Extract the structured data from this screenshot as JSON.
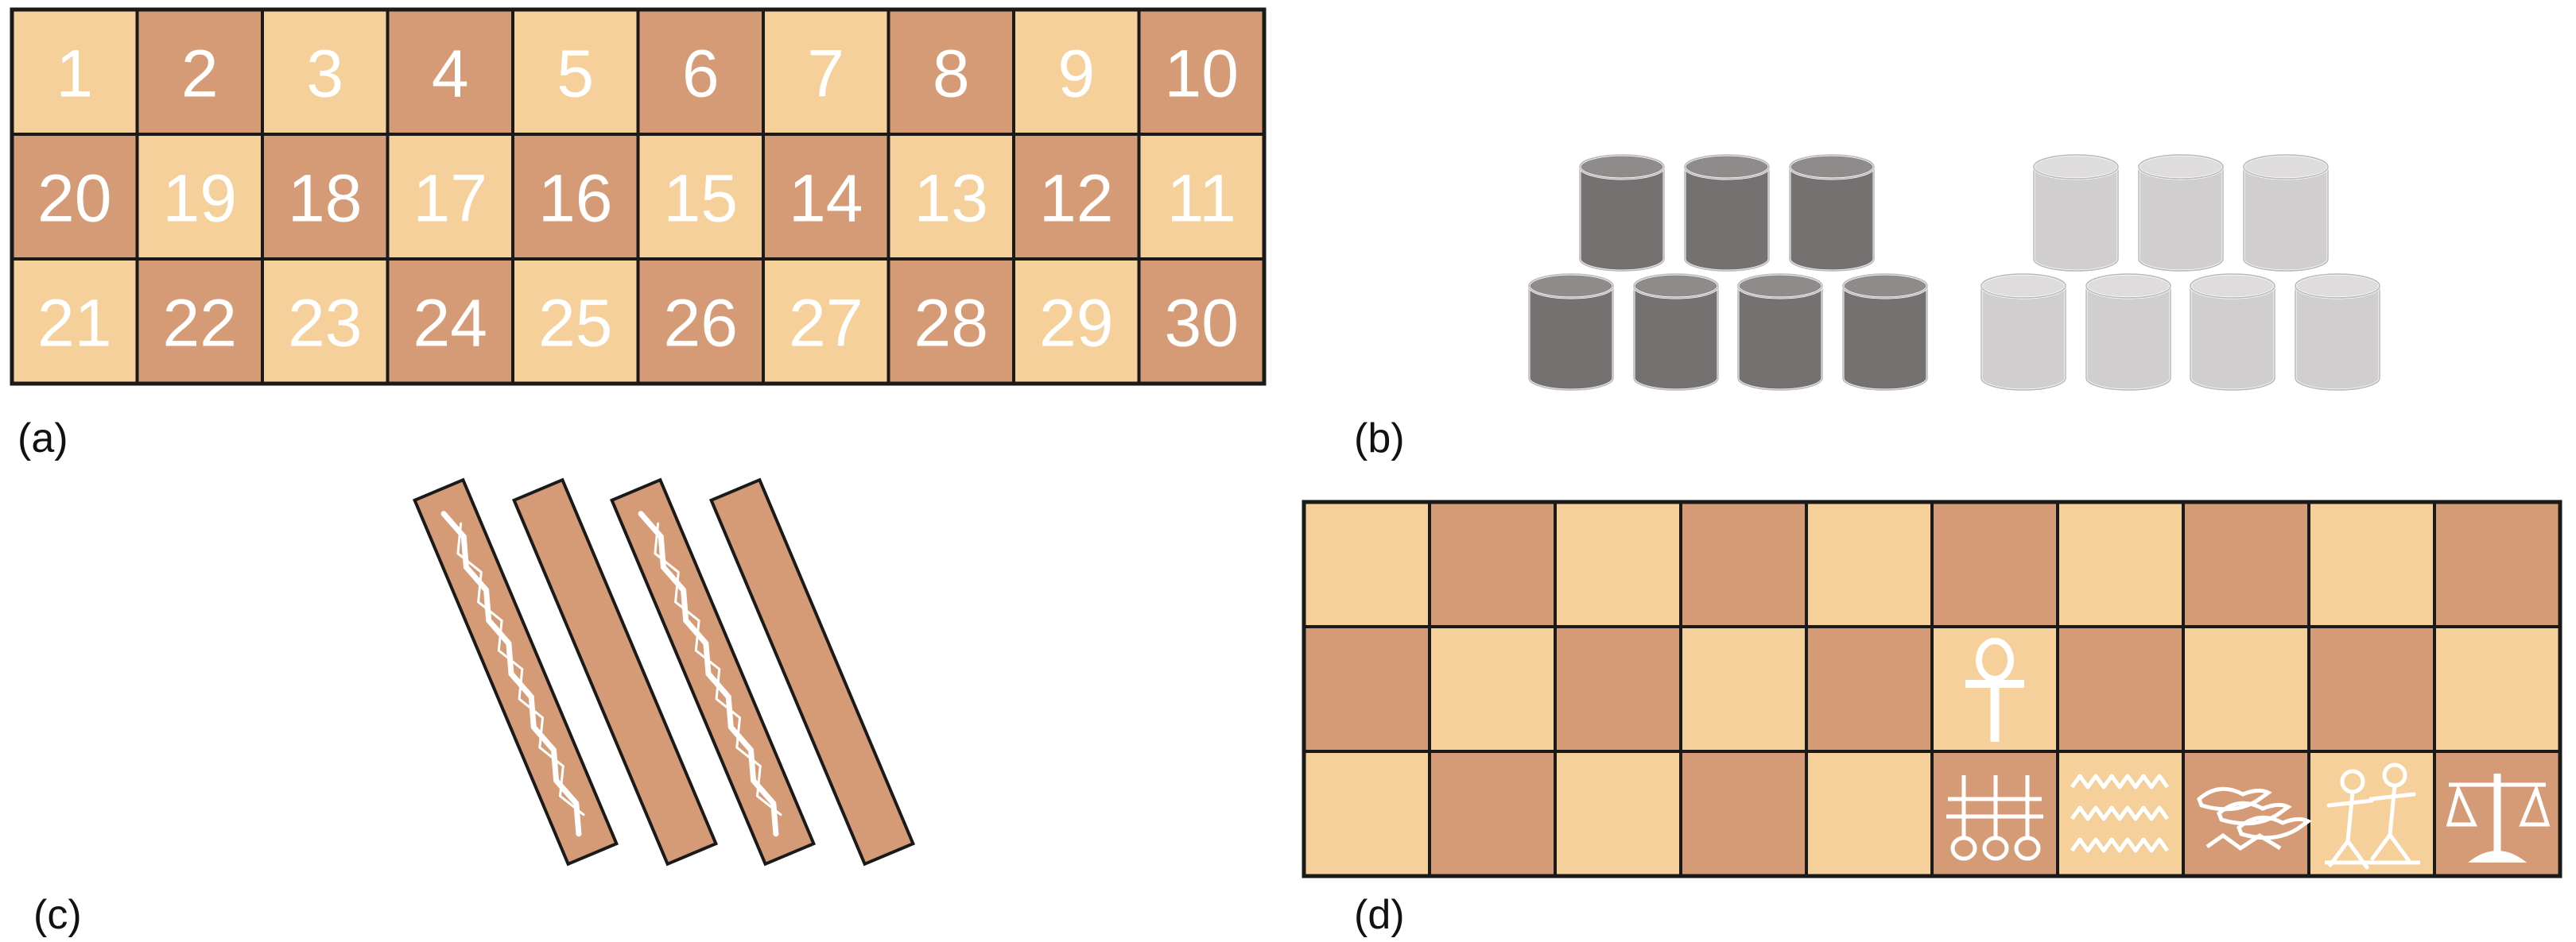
{
  "colors": {
    "light": "#F6D09B",
    "dark": "#D59B76",
    "grid": "#1a1a1a",
    "piece_dark": "#757171",
    "piece_light": "#D0CECE",
    "symbol": "#ffffff"
  },
  "panels": {
    "a": {
      "label": "(a)",
      "rows": [
        [
          "1",
          "2",
          "3",
          "4",
          "5",
          "6",
          "7",
          "8",
          "9",
          "10"
        ],
        [
          "20",
          "19",
          "18",
          "17",
          "16",
          "15",
          "14",
          "13",
          "12",
          "11"
        ],
        [
          "21",
          "22",
          "23",
          "24",
          "25",
          "26",
          "27",
          "28",
          "29",
          "30"
        ]
      ]
    },
    "b": {
      "label": "(b)",
      "dark_pieces": 7,
      "light_pieces": 7
    },
    "c": {
      "label": "(c)",
      "sticks": 4,
      "marked_sticks": [
        0,
        2
      ]
    },
    "d": {
      "label": "(d)",
      "symbols": [
        {
          "square": 15,
          "icon": "ankh-icon"
        },
        {
          "square": 26,
          "icon": "three-figures-icon"
        },
        {
          "square": 27,
          "icon": "water-icon"
        },
        {
          "square": 28,
          "icon": "three-birds-icon"
        },
        {
          "square": 29,
          "icon": "two-figures-icon"
        },
        {
          "square": 30,
          "icon": "horus-icon"
        }
      ]
    }
  }
}
